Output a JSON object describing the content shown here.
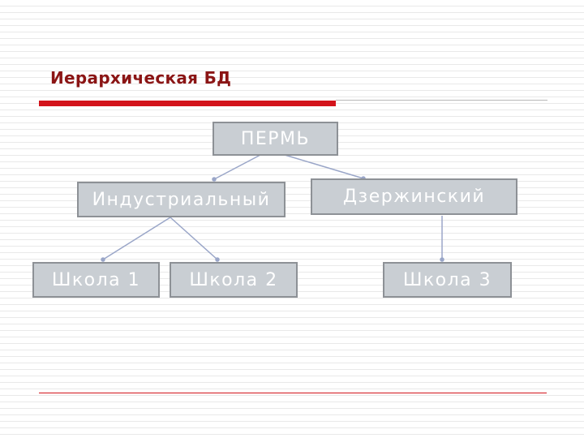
{
  "title": "Иерархическая БД",
  "colors": {
    "accent": "#d3131b",
    "title": "#8b1515",
    "node_fill": "#c9ced3",
    "node_border": "#8d9196",
    "connector": "#9aa6c8"
  },
  "hierarchy": {
    "root": "ПЕРМЬ",
    "districts": [
      {
        "name": "Индустриальный",
        "schools": [
          "Школа 1",
          "Школа 2"
        ]
      },
      {
        "name": "Дзержинский",
        "schools": [
          "Школа 3"
        ]
      }
    ]
  }
}
